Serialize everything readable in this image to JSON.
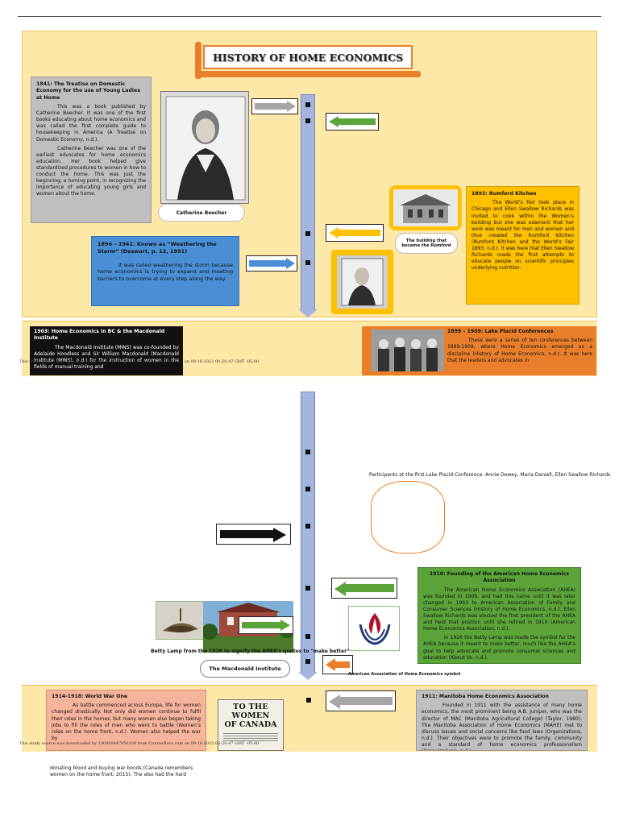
{
  "page": {
    "title": "HISTORY OF HOME ECONOMICS",
    "watermark_1": "This study source was downloaded by 100000847956106 from CourseHero.com on 09-16-2022 00:20:47 GMT -05:00",
    "watermark_2": "This study source was downloaded by 100000847956106 from CourseHero.com on 09-16-2022 00:20:47 GMT -05:00"
  },
  "boxes": {
    "treatise": {
      "heading": "1841: The Treatise on Domestic Economy for the use of Young Ladies at Home",
      "p1": "This was a book published by Catherine Beecher. It was one of the first books educating about home economics and was called the first complete guide to housekeeping in America (A Treatise on Domestic Economy, n.d.).",
      "p2": "Catherine Beecher was one of the earliest advocates for home economics education. Her book helped give standardized procedures to women in how to conduct the home. This was just the beginning, a turning point, in recognizing the importance of educating young girls and women about the home."
    },
    "storm": {
      "heading": "1896 – 1941: Known as “Weathering the Storm” (Deswart, p. 12, 1991)",
      "body": "It was called weathering the storm because home economics is trying to expand and meeting barriers to overcome at every step along the way."
    },
    "rumford": {
      "heading": "1893: Rumford Kitchen",
      "body": "The World’s Fair took place in Chicago and Ellen Swallow Richards was invited to cook within the Women’s building but she was adamant that her work was meant for men and women and thus created the Rumford Kitchen (Rumford Kitchen and the World’s Fair 1893, n.d.). It was here that Ellen Swallow Richards made the first attempts to educate people on scientific principles underlying nutrition."
    },
    "macdonald": {
      "heading": "1903: Home Economics in BC & the Macdonald Institute",
      "body": "The Macdonald Institute (MINS) was co-founded by Adelaide Hoodless and Sir William Macdonald (Macdonald Institute (MINS), n.d.) for the instruction of women in the fields of manual training and"
    },
    "lakeplacid": {
      "heading": "1899 – 1909: Lake Placid Conferences",
      "body": "These were a series of ten conferences between 1899-1909, where Home Economics emerged as a discipline (History of Home Economics, n.d.). It was here that the leaders and advocates in"
    },
    "ahea": {
      "heading": "1910: Founding of the American Home Economics Association",
      "p1": "The American Home Economics Association (AHEA) was founded in 1909, and had this name until it was later changed in 1993 to American Association of Family and Consumer Sciences (History of Home Economics, n.d.). Ellen Swallow Richards was elected the first president of the AHEA and held that position until she retired in 1910 (American Home Economics Association, n.d.).",
      "p2": "In 1926 the Betty Lamp was made the symbol for the AHEA because it meant to make better, much like the AHEA’s goal to help advocate and promote consumer sciences and education (About Us, n.d.)."
    },
    "ww1": {
      "heading": "1914-1918: World War One",
      "body": "As battle commenced across Europe, life for women changed drastically. Not only did women continue to fulfil their roles in the homes, but many women also began taking jobs to fill the roles of men who went to battle (Women’s roles on the home front, n.d.). Women also helped the war by"
    },
    "ww1_cont": "donating blood and buying war bonds (Canada remembers women on the home front, 2015). The also had the hard",
    "manitoba": {
      "heading": "1911: Manitoba Home Economics Association",
      "body": "Founded in 1911 with the assistance of many home economics, the most prominent being A.B. Juniper, who was the director of MAC (Manitoba Agricultural College) (Taylor, 1980). The Manitoba Association of Home Economics (MAHE) met to discuss issues and social concerns like food laws (Organizations, n.d.). Their objectives were to promote the family, community and a standard of home economics professionalism (Organizations, n.d.)."
    }
  },
  "captions": {
    "beecher": "Catherine Beecher",
    "rumford_building": "The building that became the Rumford",
    "participants": "Participants at the first Lake Placid Conference. Annie Dewey, Maria Daniell, Ellen Swallow Richards",
    "betty_lamp": "Betty Lamp from the 1926 to signify the AHEA's quotes to \"make better\"",
    "macdonald_inst": "The Macdonald Institute",
    "aafcs_symbol": "American Association of Home Economics symbol",
    "poster_line1": "TO THE WOMEN",
    "poster_line2": "OF CANADA"
  },
  "colors": {
    "yellow_bg": "#fde8a8",
    "orange": "#ea7f2b",
    "gold": "#ffc000",
    "blue": "#4a8fd6",
    "green": "#5aa43a",
    "gray": "#bfbfbf",
    "salmon": "#f6b49c",
    "timeline": "#a4b6e0"
  }
}
